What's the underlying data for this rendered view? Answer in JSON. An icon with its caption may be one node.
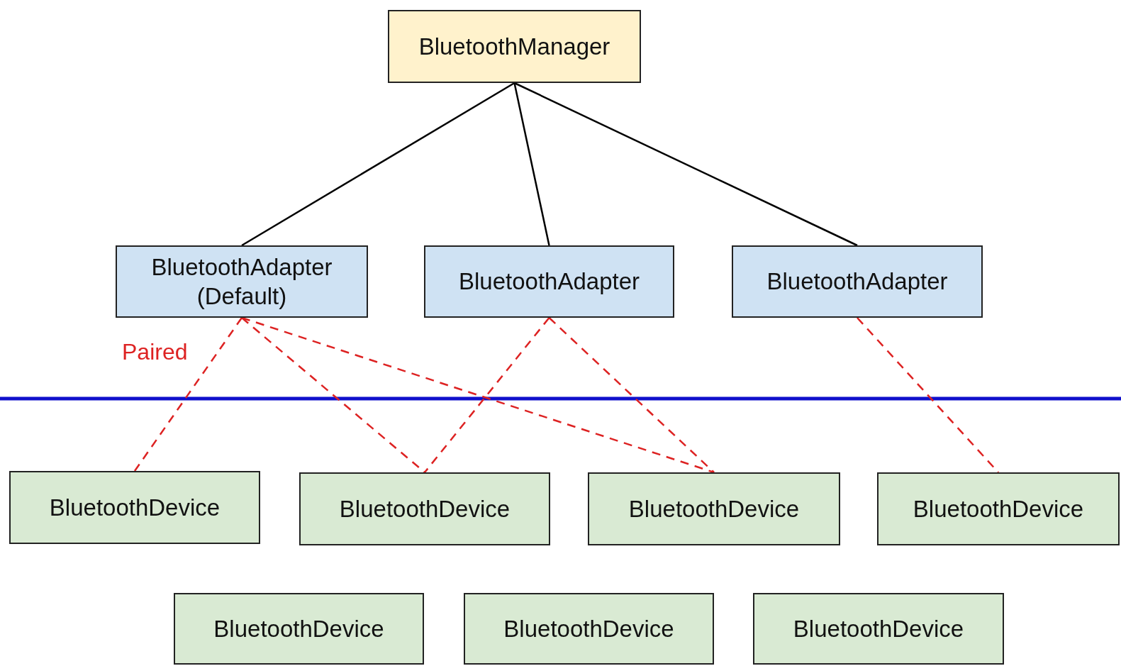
{
  "diagram": {
    "nodes": [
      {
        "text": [
          "BluetoothManager"
        ]
      },
      {
        "text": [
          "BluetoothAdapter",
          "(Default)"
        ]
      },
      {
        "text": [
          "BluetoothAdapter"
        ]
      },
      {
        "text": [
          "BluetoothAdapter"
        ]
      },
      {
        "text": [
          "BluetoothDevice"
        ]
      },
      {
        "text": [
          "BluetoothDevice"
        ]
      },
      {
        "text": [
          "BluetoothDevice"
        ]
      },
      {
        "text": [
          "BluetoothDevice"
        ]
      },
      {
        "text": [
          "BluetoothDevice"
        ]
      },
      {
        "text": [
          "BluetoothDevice"
        ]
      },
      {
        "text": [
          "BluetoothDevice"
        ]
      }
    ],
    "edges": [
      {
        "from": 0,
        "to": 1,
        "arrow": "none",
        "color": "#000000"
      },
      {
        "from": 0,
        "to": 2,
        "arrow": "none",
        "color": "#000000"
      },
      {
        "from": 0,
        "to": 3,
        "arrow": "none",
        "color": "#000000"
      },
      {
        "from": 1,
        "to": 4,
        "arrow": "none",
        "style": "dashed",
        "color": "#dd2222",
        "label": "Paired"
      },
      {
        "from": 1,
        "to": 5,
        "arrow": "none",
        "style": "dashed",
        "color": "#dd2222"
      },
      {
        "from": 1,
        "to": 6,
        "arrow": "none",
        "style": "dashed",
        "color": "#dd2222"
      },
      {
        "from": 2,
        "to": 5,
        "arrow": "none",
        "style": "dashed",
        "color": "#dd2222"
      },
      {
        "from": 2,
        "to": 6,
        "arrow": "none",
        "style": "dashed",
        "color": "#dd2222"
      },
      {
        "from": 3,
        "to": 7,
        "arrow": "none",
        "style": "dashed",
        "color": "#dd2222"
      }
    ]
  }
}
